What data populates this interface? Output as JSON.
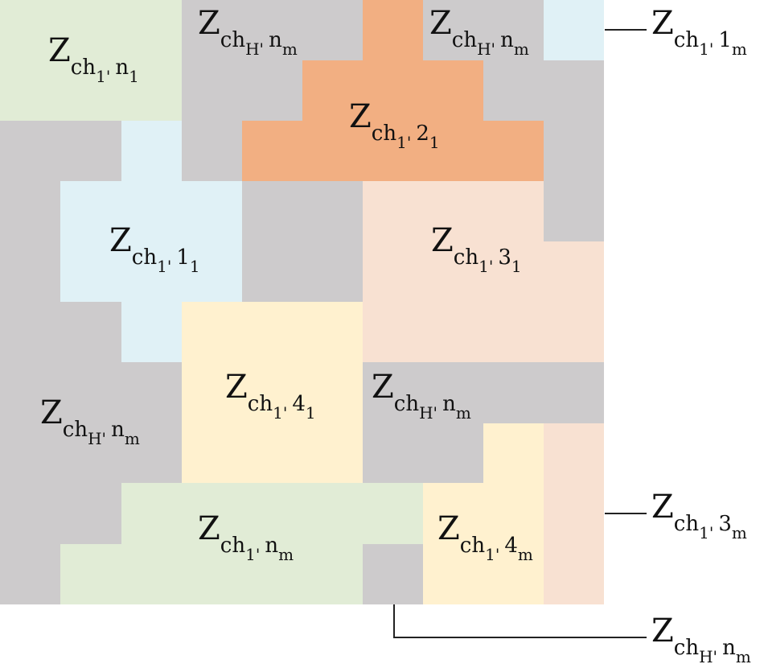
{
  "colors": {
    "gray": "#cdcbcc",
    "green": "#e1ecd6",
    "lightblue": "#e0f1f6",
    "orange": "#f2af82",
    "peach": "#f8e1d2",
    "yellow": "#fff1cf",
    "line": "#222222",
    "text": "#111111"
  },
  "labels": {
    "green_top": {
      "base": "Z",
      "sub": "ch",
      "subsub": "1'",
      "sub2": "n",
      "sub2sub": "1"
    },
    "gray_top_a": {
      "base": "Z",
      "sub": "ch",
      "subsub": "H'",
      "sub2": "n",
      "sub2sub": "m"
    },
    "gray_top_b": {
      "base": "Z",
      "sub": "ch",
      "subsub": "H'",
      "sub2": "n",
      "sub2sub": "m"
    },
    "orange": {
      "base": "Z",
      "sub": "ch",
      "subsub": "1'",
      "sub2": "2",
      "sub2sub": "1"
    },
    "blue": {
      "base": "Z",
      "sub": "ch",
      "subsub": "1'",
      "sub2": "1",
      "sub2sub": "1"
    },
    "peach": {
      "base": "Z",
      "sub": "ch",
      "subsub": "1'",
      "sub2": "3",
      "sub2sub": "1"
    },
    "yellow": {
      "base": "Z",
      "sub": "ch",
      "subsub": "1'",
      "sub2": "4",
      "sub2sub": "1"
    },
    "gray_mid": {
      "base": "Z",
      "sub": "ch",
      "subsub": "H'",
      "sub2": "n",
      "sub2sub": "m"
    },
    "gray_left": {
      "base": "Z",
      "sub": "ch",
      "subsub": "H'",
      "sub2": "n",
      "sub2sub": "m"
    },
    "green_bottom": {
      "base": "Z",
      "sub": "ch",
      "subsub": "1'",
      "sub2": "n",
      "sub2sub": "m"
    },
    "yellow_small": {
      "base": "Z",
      "sub": "ch",
      "subsub": "1'",
      "sub2": "4",
      "sub2sub": "m"
    },
    "callout_top": {
      "base": "Z",
      "sub": "ch",
      "subsub": "1'",
      "sub2": "1",
      "sub2sub": "m"
    },
    "callout_mid": {
      "base": "Z",
      "sub": "ch",
      "subsub": "1'",
      "sub2": "3",
      "sub2sub": "m"
    },
    "callout_bot": {
      "base": "Z",
      "sub": "ch",
      "subsub": "H'",
      "sub2": "n",
      "sub2sub": "m"
    }
  }
}
